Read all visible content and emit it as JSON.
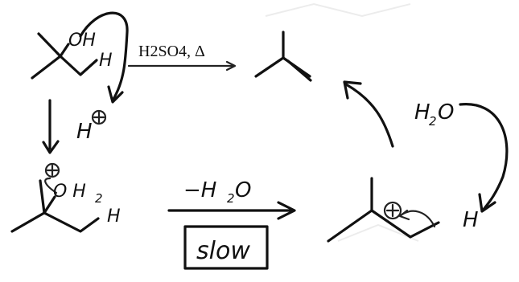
{
  "reagents": {
    "acid": "H2SO4, Δ"
  },
  "start": {
    "oh": "OH",
    "h": "H"
  },
  "protonation": {
    "h_plus": "H"
  },
  "oxonium": {
    "oh2": "O H",
    "sub2": "2",
    "h": "H"
  },
  "loss": {
    "label": "−H",
    "sub2": "2",
    "o": "O",
    "slow": "slow"
  },
  "carbocation": {
    "h": "H"
  },
  "water": {
    "label": "H",
    "sub2": "2",
    "o": "O"
  },
  "colors": {
    "ink": "#111111"
  }
}
